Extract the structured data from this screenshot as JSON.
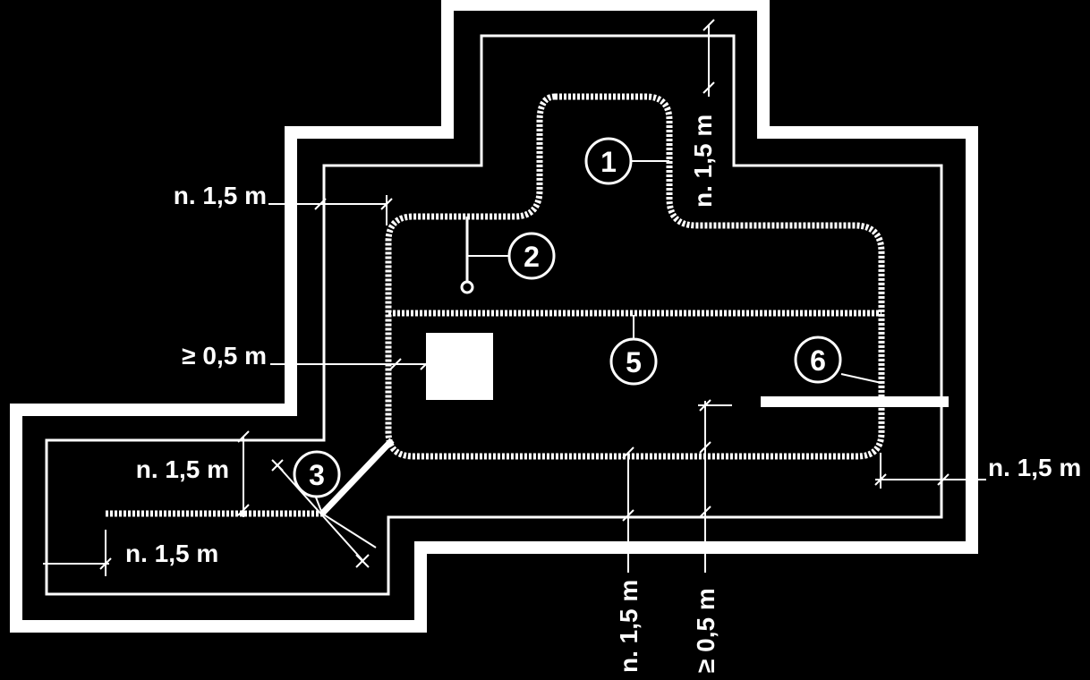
{
  "diagram": {
    "colors": {
      "background": "#000000",
      "lines": "#ffffff"
    },
    "callouts": [
      "1",
      "2",
      "3",
      "5",
      "6"
    ],
    "dimensions": {
      "top_right_vertical": "n. 1,5 m",
      "left_upper": "n. 1,5 m",
      "left_mid": "≥ 0,5 m",
      "left_lower": "n. 1,5 m",
      "left_bottom": "n. 1,5 m",
      "right": "n. 1,5 m",
      "bottom_left_vertical": "n. 1,5 m",
      "bottom_right_vertical": "≥ 0,5 m"
    }
  }
}
